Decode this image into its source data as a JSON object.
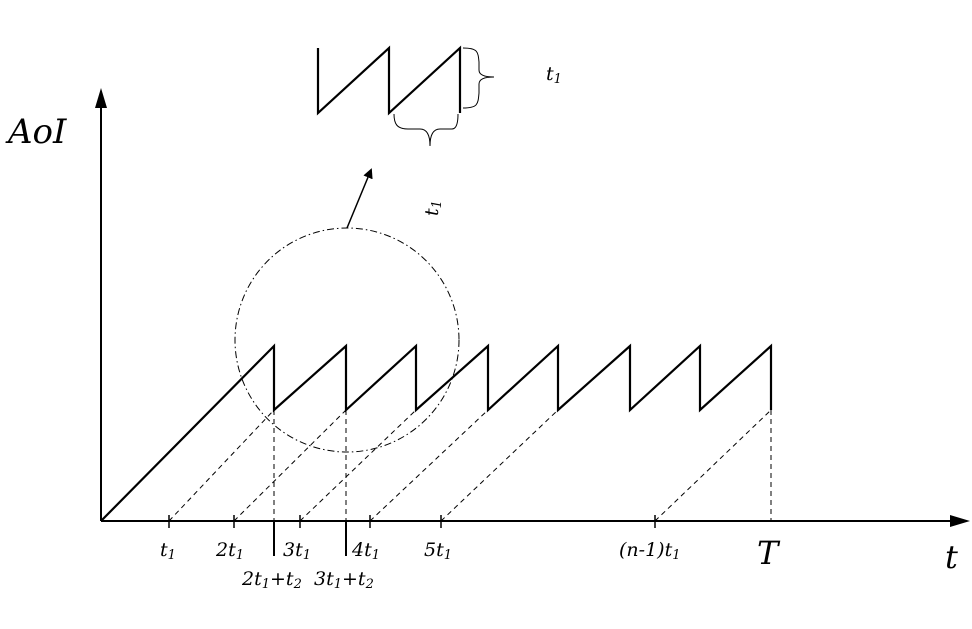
{
  "axes": {
    "y_label": "AoI",
    "x_label": "t"
  },
  "ticks": [
    {
      "main": "t",
      "sub": "1"
    },
    {
      "main": "2t",
      "sub": "1"
    },
    {
      "main": "3t",
      "sub": "1"
    },
    {
      "main": "4t",
      "sub": "1"
    },
    {
      "main": "5t",
      "sub": "1"
    },
    {
      "main": "(n-1)t",
      "sub": "1"
    }
  ],
  "end_label": "T",
  "lower_ticks": [
    {
      "a": "2t",
      "a_sub": "1",
      "b": "+t",
      "b_sub": "2"
    },
    {
      "a": "3t",
      "a_sub": "1",
      "b": "+t",
      "b_sub": "2"
    }
  ],
  "inset": {
    "height_label": {
      "main": "t",
      "sub": "1"
    },
    "width_label": {
      "main": "t",
      "sub": "1"
    }
  },
  "colors": {
    "stroke": "#000000",
    "background": "#ffffff"
  }
}
